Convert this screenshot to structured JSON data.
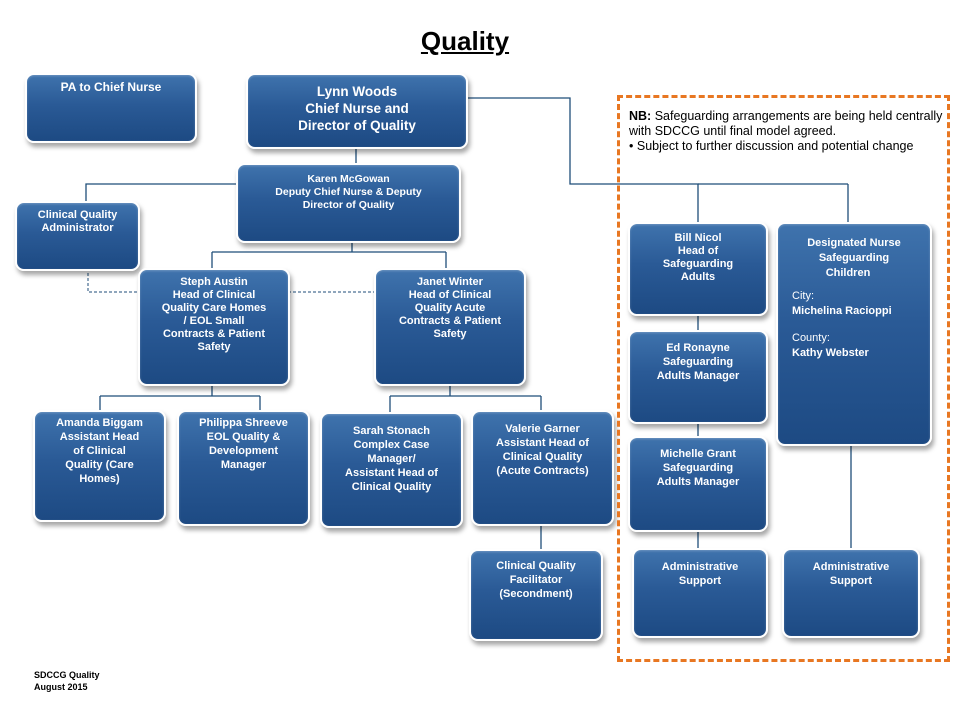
{
  "title": "Quality",
  "boxes": {
    "pa": "PA to Chief Nurse",
    "chief": [
      "Lynn Woods",
      "Chief Nurse and",
      "Director of Quality"
    ],
    "deputy": [
      "Karen McGowan",
      "Deputy Chief Nurse  &  Deputy",
      "Director of Quality"
    ],
    "admin": [
      "Clinical Quality",
      "Administrator"
    ],
    "steph": [
      "Steph Austin",
      "Head of Clinical",
      "Quality Care Homes",
      "/ EOL Small",
      "Contracts & Patient",
      "Safety"
    ],
    "janet": [
      "Janet Winter",
      "Head of Clinical",
      "Quality Acute",
      "Contracts & Patient",
      "Safety"
    ],
    "amanda": [
      "Amanda Biggam",
      "Assistant Head",
      "of Clinical",
      "Quality (Care",
      "Homes)"
    ],
    "philippa": [
      "Philippa  Shreeve",
      "EOL Quality &",
      "Development",
      "Manager"
    ],
    "sarah": [
      "Sarah Stonach",
      "Complex Case",
      "Manager/",
      "Assistant Head of",
      "Clinical  Quality"
    ],
    "valerie": [
      "Valerie Garner",
      "Assistant Head of",
      "Clinical  Quality",
      "(Acute Contracts)"
    ],
    "facilitator": [
      "Clinical Quality",
      "Facilitator",
      "(Secondment)"
    ],
    "bill": [
      "Bill Nicol",
      "Head of",
      "Safeguarding",
      "Adults"
    ],
    "ed": [
      "Ed Ronayne",
      "Safeguarding",
      "Adults  Manager"
    ],
    "michelle": [
      "Michelle Grant",
      "Safeguarding",
      "Adults  Manager"
    ],
    "admin_support_1": [
      "Administrative",
      "Support"
    ],
    "designated": [
      "Designated Nurse",
      "Safeguarding",
      "Children"
    ],
    "city_label": "City:",
    "city_name": "Michelina  Racioppi",
    "county_label": "County:",
    "county_name": "Kathy Webster",
    "admin_support_2": [
      "Administrative",
      "Support"
    ]
  },
  "note": {
    "prefix": "NB:",
    "text": " Safeguarding arrangements are being held centrally with SDCCG until final model agreed.",
    "bullet": "Subject to further discussion and potential change"
  },
  "footer": [
    "SDCCG Quality",
    "August 2015"
  ],
  "colors": {
    "box": "#2a5a96",
    "dashed_border": "#e87722"
  }
}
